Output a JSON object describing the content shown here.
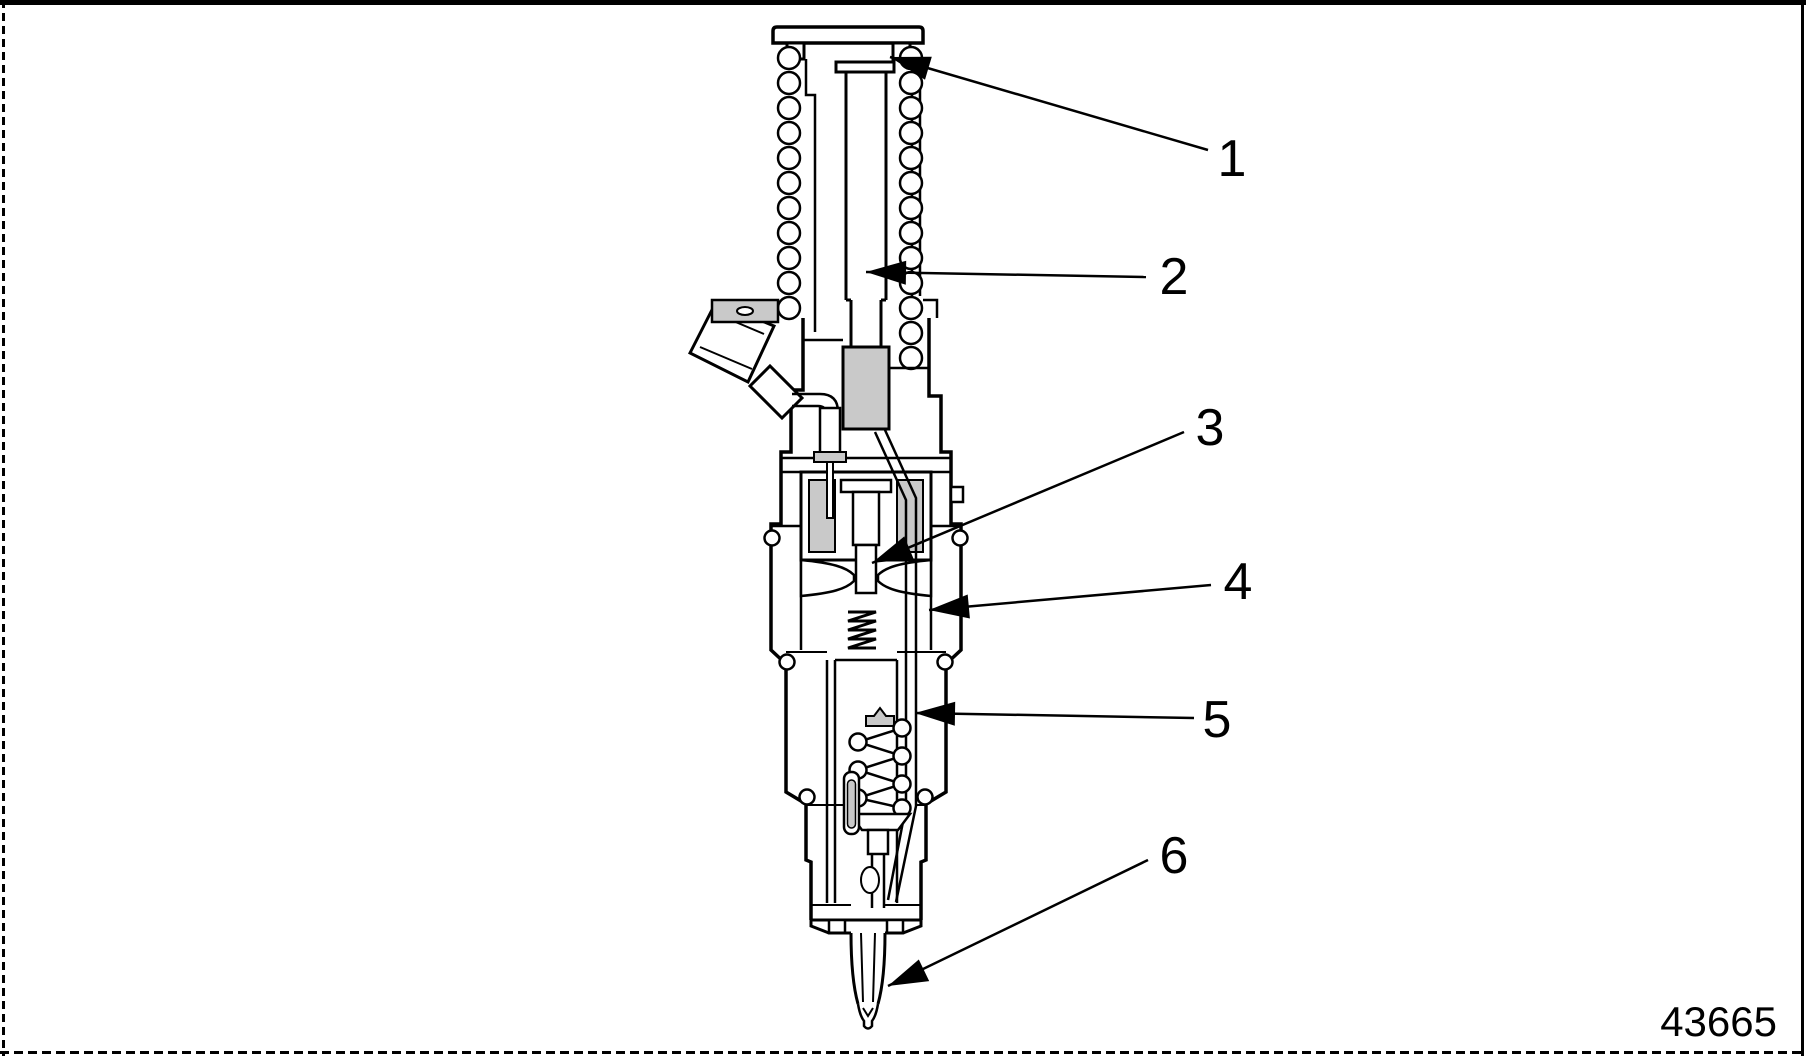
{
  "figure": {
    "number": "43665",
    "ink_color": "#000000",
    "paper_color": "#ffffff",
    "callouts": [
      {
        "label": "1"
      },
      {
        "label": "2"
      },
      {
        "label": "3"
      },
      {
        "label": "4"
      },
      {
        "label": "5"
      },
      {
        "label": "6"
      }
    ]
  }
}
